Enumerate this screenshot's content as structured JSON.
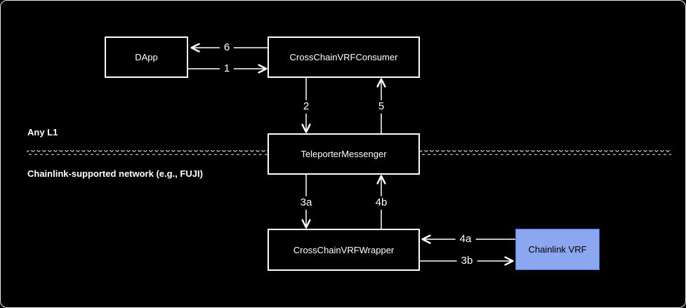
{
  "diagram": {
    "nodes": [
      {
        "id": "dapp",
        "label": "DApp"
      },
      {
        "id": "consumer",
        "label": "CrossChainVRFConsumer"
      },
      {
        "id": "teleporter",
        "label": "TeleporterMessenger"
      },
      {
        "id": "wrapper",
        "label": "CrossChainVRFWrapper"
      },
      {
        "id": "chainlink",
        "label": "Chainlink VRF"
      }
    ],
    "edges": [
      {
        "label": "6",
        "from": "consumer",
        "to": "dapp",
        "direction": "left"
      },
      {
        "label": "1",
        "from": "dapp",
        "to": "consumer",
        "direction": "right"
      },
      {
        "label": "2",
        "from": "consumer",
        "to": "teleporter",
        "direction": "down"
      },
      {
        "label": "5",
        "from": "teleporter",
        "to": "consumer",
        "direction": "up"
      },
      {
        "label": "3a",
        "from": "teleporter",
        "to": "wrapper",
        "direction": "down"
      },
      {
        "label": "4b",
        "from": "wrapper",
        "to": "teleporter",
        "direction": "up"
      },
      {
        "label": "4a",
        "from": "chainlink",
        "to": "wrapper",
        "direction": "left"
      },
      {
        "label": "3b",
        "from": "wrapper",
        "to": "chainlink",
        "direction": "right"
      }
    ],
    "regions": {
      "top": "Any L1",
      "bottom": "Chainlink-supported network (e.g., FUJI)"
    },
    "colors": {
      "background": "#000000",
      "node_border": "#ffffff",
      "node_text": "#ffffff",
      "arrow": "#ffffff",
      "divider": "#c9c9c9",
      "chainlink_fill": "#8ca6f0",
      "chainlink_border": "#4a6fd8",
      "chainlink_text": "#000000"
    }
  }
}
